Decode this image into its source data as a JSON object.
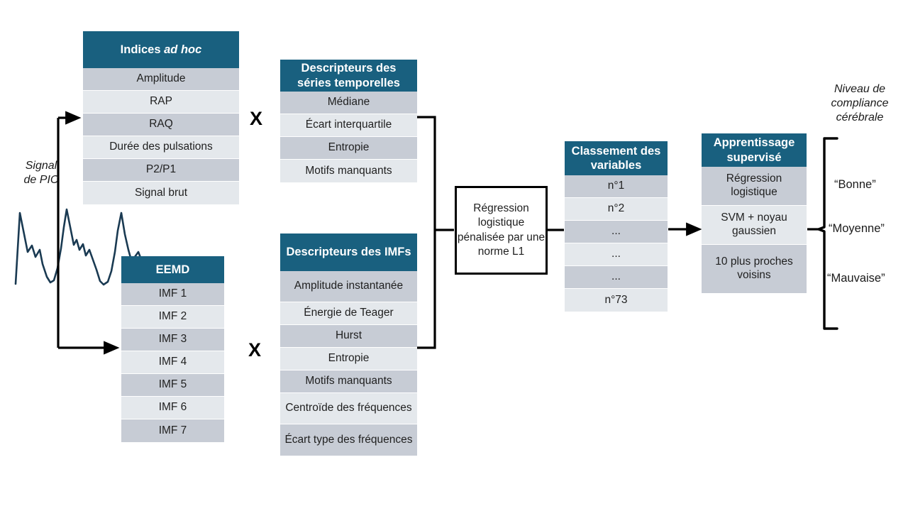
{
  "diagram": {
    "title_visible": false,
    "colors": {
      "header_blue": "#19607f",
      "row_dark": "#c7ccd5",
      "row_light": "#e4e8ec",
      "signal_navy": "#1a3a52",
      "connector_black": "#000000"
    }
  },
  "signal": {
    "label_line1": "Signal",
    "label_line2": "de PIC"
  },
  "tables": {
    "adhoc": {
      "header_prefix": "Indices ",
      "header_italic": "ad hoc",
      "rows": [
        "Amplitude",
        "RAP",
        "RAQ",
        "Durée des pulsations",
        "P2/P1",
        "Signal brut"
      ]
    },
    "eemd": {
      "header": "EEMD",
      "rows": [
        "IMF 1",
        "IMF 2",
        "IMF 3",
        "IMF 4",
        "IMF 5",
        "IMF 6",
        "IMF 7"
      ]
    },
    "time_series_descriptors": {
      "header": "Descripteurs des séries temporelles",
      "rows": [
        "Médiane",
        "Écart interquartile",
        "Entropie",
        "Motifs manquants"
      ]
    },
    "imf_descriptors": {
      "header": "Descripteurs des IMFs",
      "rows": [
        "Amplitude instantanée",
        "Énergie de Teager",
        "Hurst",
        "Entropie",
        "Motifs manquants",
        "Centroïde des fréquences",
        "Écart type des fréquences"
      ]
    },
    "variable_ranking": {
      "header": "Classement des variables",
      "rows": [
        "n°1",
        "n°2",
        "...",
        "...",
        "...",
        "n°73"
      ]
    },
    "supervised_learning": {
      "header": "Apprentissage supervisé",
      "rows": [
        "Régression logistique",
        "SVM + noyau gaussien",
        "10 plus proches voisins"
      ]
    }
  },
  "logistic_box": {
    "text": "Régression logistique pénalisée par une norme L1"
  },
  "multiply_symbols": {
    "top": "X",
    "bottom": "X"
  },
  "outcome": {
    "title": "Niveau de compliance cérébrale",
    "classes": [
      "“Bonne”",
      "“Moyenne”",
      "“Mauvaise”"
    ]
  }
}
